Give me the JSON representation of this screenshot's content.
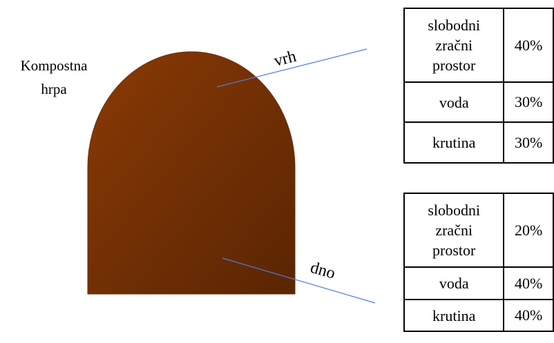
{
  "pile_label": {
    "line1": "Kompostna",
    "line2": "hrpa"
  },
  "colors": {
    "pile_light": "#8a3a05",
    "pile_dark": "#5a2503",
    "callout_line": "#4a7fd8"
  },
  "callouts": {
    "top": "vrh",
    "bottom": "dno"
  },
  "tables": {
    "top": {
      "rows": [
        {
          "name_lines": [
            "slobodni",
            "zračni",
            "prostor"
          ],
          "value": "40%"
        },
        {
          "name_lines": [
            "voda"
          ],
          "value": "30%"
        },
        {
          "name_lines": [
            "krutina"
          ],
          "value": "30%"
        }
      ]
    },
    "bottom": {
      "rows": [
        {
          "name_lines": [
            "slobodni",
            "zračni",
            "prostor"
          ],
          "value": "20%"
        },
        {
          "name_lines": [
            "voda"
          ],
          "value": "40%"
        },
        {
          "name_lines": [
            "krutina"
          ],
          "value": "40%"
        }
      ]
    }
  }
}
